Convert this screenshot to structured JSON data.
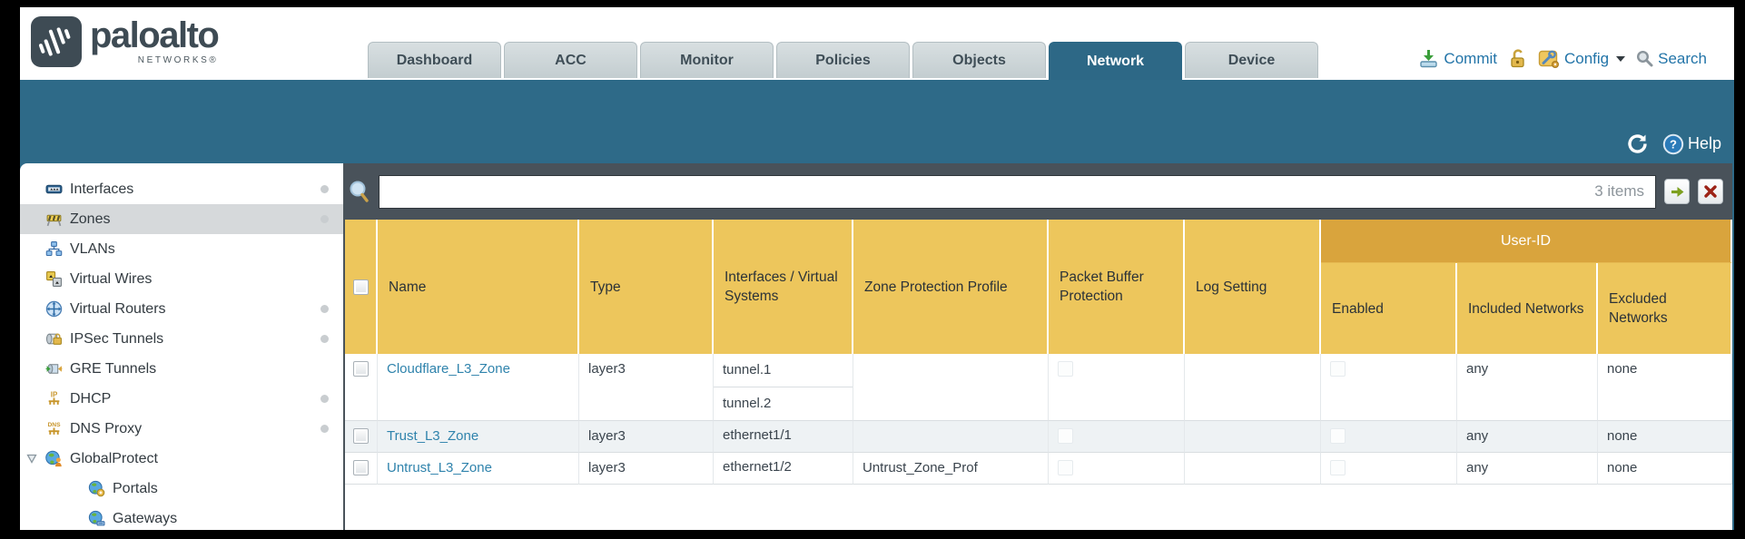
{
  "brand": {
    "name": "paloalto",
    "sub": "NETWORKS®"
  },
  "nav": {
    "tabs": [
      {
        "label": "Dashboard",
        "active": false
      },
      {
        "label": "ACC",
        "active": false
      },
      {
        "label": "Monitor",
        "active": false
      },
      {
        "label": "Policies",
        "active": false
      },
      {
        "label": "Objects",
        "active": false
      },
      {
        "label": "Network",
        "active": true
      },
      {
        "label": "Device",
        "active": false
      }
    ],
    "actions": {
      "commit": "Commit",
      "config": "Config",
      "search": "Search"
    }
  },
  "band": {
    "help": "Help"
  },
  "sidebar": {
    "items": [
      {
        "label": "Interfaces",
        "icon": "interfaces-icon",
        "dot": true
      },
      {
        "label": "Zones",
        "icon": "zones-icon",
        "dot": true,
        "selected": true
      },
      {
        "label": "VLANs",
        "icon": "vlans-icon"
      },
      {
        "label": "Virtual Wires",
        "icon": "virtual-wires-icon"
      },
      {
        "label": "Virtual Routers",
        "icon": "virtual-routers-icon",
        "dot": true
      },
      {
        "label": "IPSec Tunnels",
        "icon": "ipsec-tunnels-icon",
        "dot": true
      },
      {
        "label": "GRE Tunnels",
        "icon": "gre-tunnels-icon"
      },
      {
        "label": "DHCP",
        "icon": "dhcp-icon",
        "dot": true
      },
      {
        "label": "DNS Proxy",
        "icon": "dns-proxy-icon",
        "dot": true
      },
      {
        "label": "GlobalProtect",
        "icon": "globalprotect-icon",
        "expanded": true
      },
      {
        "label": "Portals",
        "icon": "portals-icon",
        "child": true
      },
      {
        "label": "Gateways",
        "icon": "gateways-icon",
        "child": true
      }
    ]
  },
  "filterbar": {
    "value": "",
    "items_count": "3 items"
  },
  "table": {
    "columns": [
      "Name",
      "Type",
      "Interfaces / Virtual Systems",
      "Zone Protection Profile",
      "Packet Buffer Protection",
      "Log Setting"
    ],
    "group": {
      "label": "User-ID",
      "columns": [
        "Enabled",
        "Included Networks",
        "Excluded Networks"
      ]
    },
    "rows": [
      {
        "name": "Cloudflare_L3_Zone",
        "type": "layer3",
        "interfaces": [
          "tunnel.1",
          "tunnel.2"
        ],
        "zone_protection_profile": "",
        "packet_buffer_protection": false,
        "log_setting": "",
        "user_id_enabled": false,
        "included_networks": "any",
        "excluded_networks": "none"
      },
      {
        "name": "Trust_L3_Zone",
        "type": "layer3",
        "interfaces": [
          "ethernet1/1"
        ],
        "zone_protection_profile": "",
        "packet_buffer_protection": false,
        "log_setting": "",
        "user_id_enabled": false,
        "included_networks": "any",
        "excluded_networks": "none"
      },
      {
        "name": "Untrust_L3_Zone",
        "type": "layer3",
        "interfaces": [
          "ethernet1/2"
        ],
        "zone_protection_profile": "Untrust_Zone_Prof",
        "packet_buffer_protection": false,
        "log_setting": "",
        "user_id_enabled": false,
        "included_networks": "any",
        "excluded_networks": "none"
      }
    ]
  },
  "colors": {
    "teal": "#2e6a88",
    "header_gold": "#edc65c",
    "user_id_band_gold": "#d9a43d",
    "filter_band": "#49525a",
    "link_blue": "#2f83ac",
    "action_blue": "#2274a8",
    "active_tab": "#2d6886",
    "selected_sidebar": "#d6d9db"
  }
}
